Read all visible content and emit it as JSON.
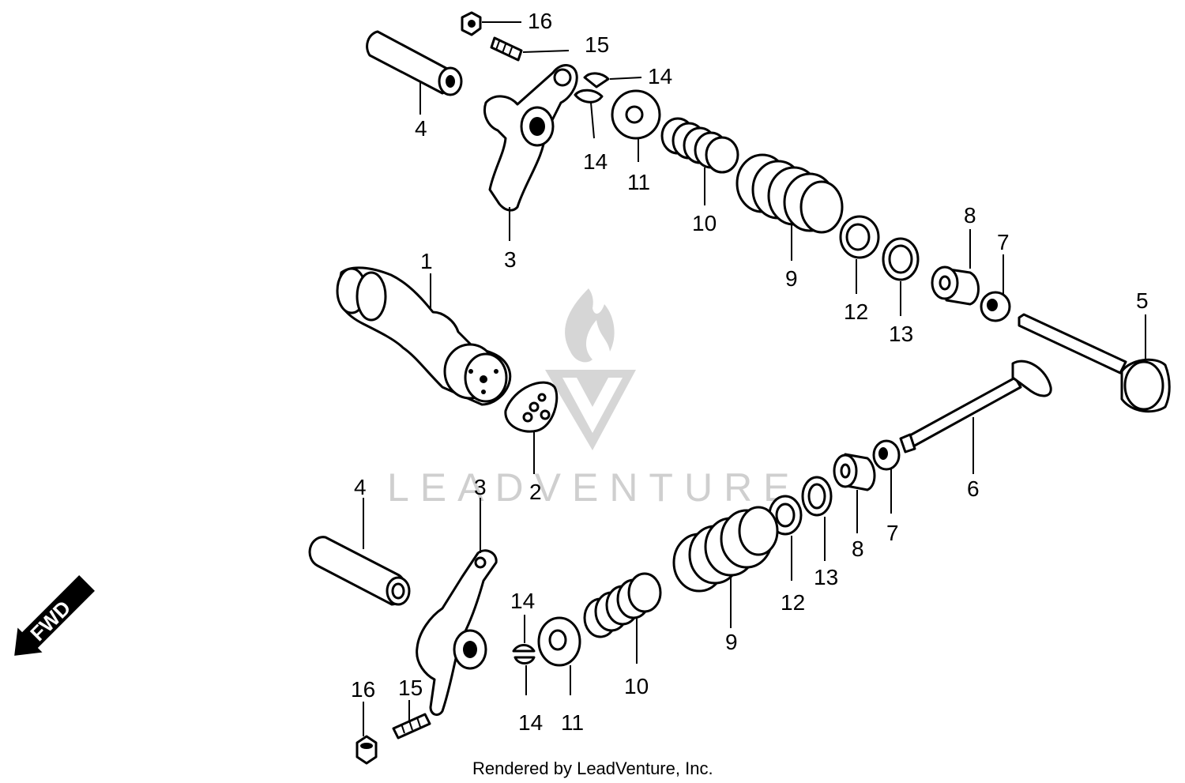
{
  "watermark": {
    "text": "LEADVENTURE"
  },
  "footer": {
    "text": "Rendered by LeadVenture, Inc."
  },
  "direction": {
    "label": "FWD"
  },
  "callouts": {
    "c1": "1",
    "c2": "2",
    "c3a": "3",
    "c3b": "3",
    "c4a": "4",
    "c4b": "4",
    "c5": "5",
    "c6": "6",
    "c7a": "7",
    "c7b": "7",
    "c8a": "8",
    "c8b": "8",
    "c9a": "9",
    "c9b": "9",
    "c10a": "10",
    "c10b": "10",
    "c11a": "11",
    "c11b": "11",
    "c12a": "12",
    "c12b": "12",
    "c13a": "13",
    "c13b": "13",
    "c14a": "14",
    "c14b": "14",
    "c14c": "14",
    "c14d": "14",
    "c15a": "15",
    "c15b": "15",
    "c16a": "16",
    "c16b": "16"
  }
}
